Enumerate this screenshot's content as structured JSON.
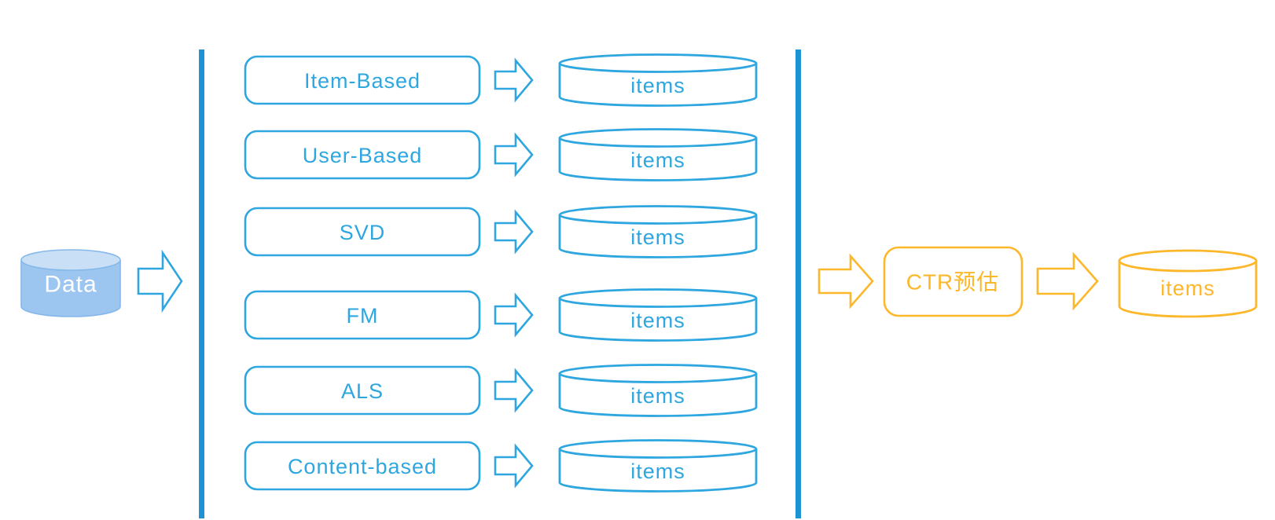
{
  "colors": {
    "blue": "#2EA6DF",
    "bar_blue": "#1E93D3",
    "orange": "#FDB72B",
    "data_fill": "#9CC6F0",
    "data_top": "#C9DFF6",
    "data_stroke": "#85B8EA",
    "data_text": "#FFFFFF"
  },
  "source": {
    "label": "Data"
  },
  "recall": {
    "rows": [
      {
        "label": "Item-Based",
        "output": "items"
      },
      {
        "label": "User-Based",
        "output": "items"
      },
      {
        "label": "SVD",
        "output": "items"
      },
      {
        "label": "FM",
        "output": "items"
      },
      {
        "label": "ALS",
        "output": "items"
      },
      {
        "label": "Content-based",
        "output": "items"
      }
    ]
  },
  "ranking": {
    "model_label": "CTR预估",
    "output": "items"
  }
}
